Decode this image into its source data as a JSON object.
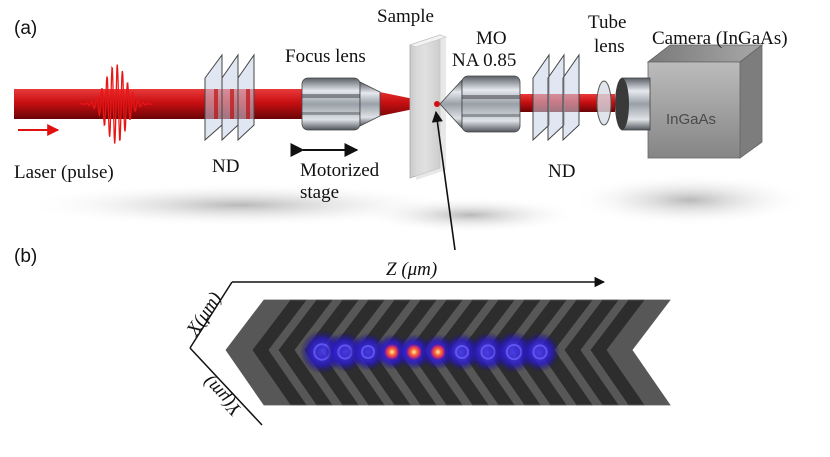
{
  "panel_a": {
    "tag": "(a)",
    "labels": {
      "sample": "Sample",
      "mo": "MO",
      "na": "NA 0.85",
      "tube_1": "Tube",
      "tube_2": "lens",
      "camera": "Camera (InGaAs)",
      "focus_lens": "Focus lens",
      "laser": "Laser (pulse)",
      "nd_left": "ND",
      "nd_right": "ND",
      "motorized_1": "Motorized",
      "motorized_2": "stage",
      "camera_face": "InGaAs"
    }
  },
  "panel_b": {
    "tag": "(b)",
    "axis_z": "Z (μm)",
    "axis_x": "X(μm)",
    "axis_y": "Y(μm)"
  },
  "colors": {
    "beam": "#c80f12",
    "beam_dark": "#7a0608",
    "camera_body": "#9a9a9a",
    "slice": "#2a2a2a",
    "focus_core": "#ffd27a",
    "halo": "#2a1bd6"
  }
}
